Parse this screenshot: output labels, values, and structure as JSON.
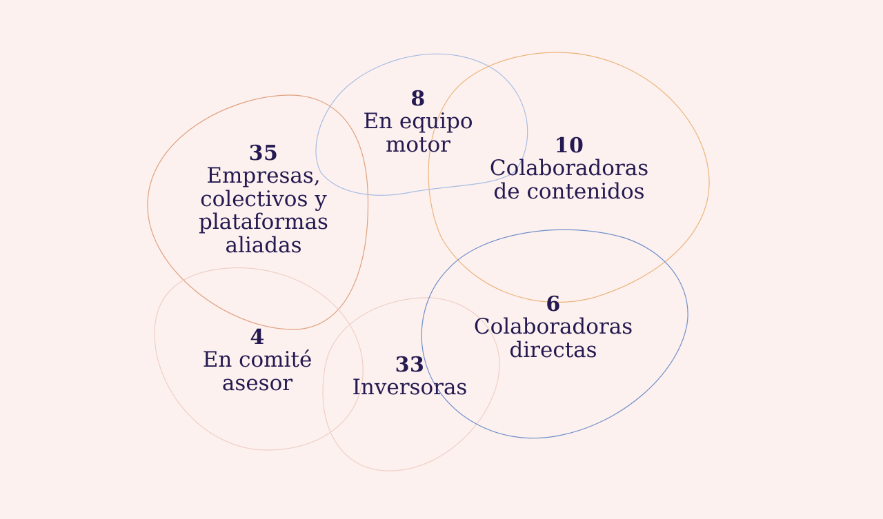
{
  "colors": {
    "background": "#fcf1ee",
    "text": "#241950",
    "stroke_orange_dark": "#e0a07f",
    "stroke_orange": "#ecb47c",
    "stroke_blue_light": "#a9bce4",
    "stroke_blue": "#6f8dca",
    "stroke_pink_light": "#efcfc7"
  },
  "groups": {
    "alliances": {
      "count": "35",
      "label": "Empresas,\ncolectivos y\nplataformas\naliadas"
    },
    "core_team": {
      "count": "8",
      "label": "En equipo\nmotor"
    },
    "content": {
      "count": "10",
      "label": "Colaboradoras\nde contenidos"
    },
    "advisory": {
      "count": "4",
      "label": "En comité\nasesor"
    },
    "investors": {
      "count": "33",
      "label": "Inversoras"
    },
    "direct": {
      "count": "6",
      "label": "Colaboradoras\ndirectas"
    }
  }
}
